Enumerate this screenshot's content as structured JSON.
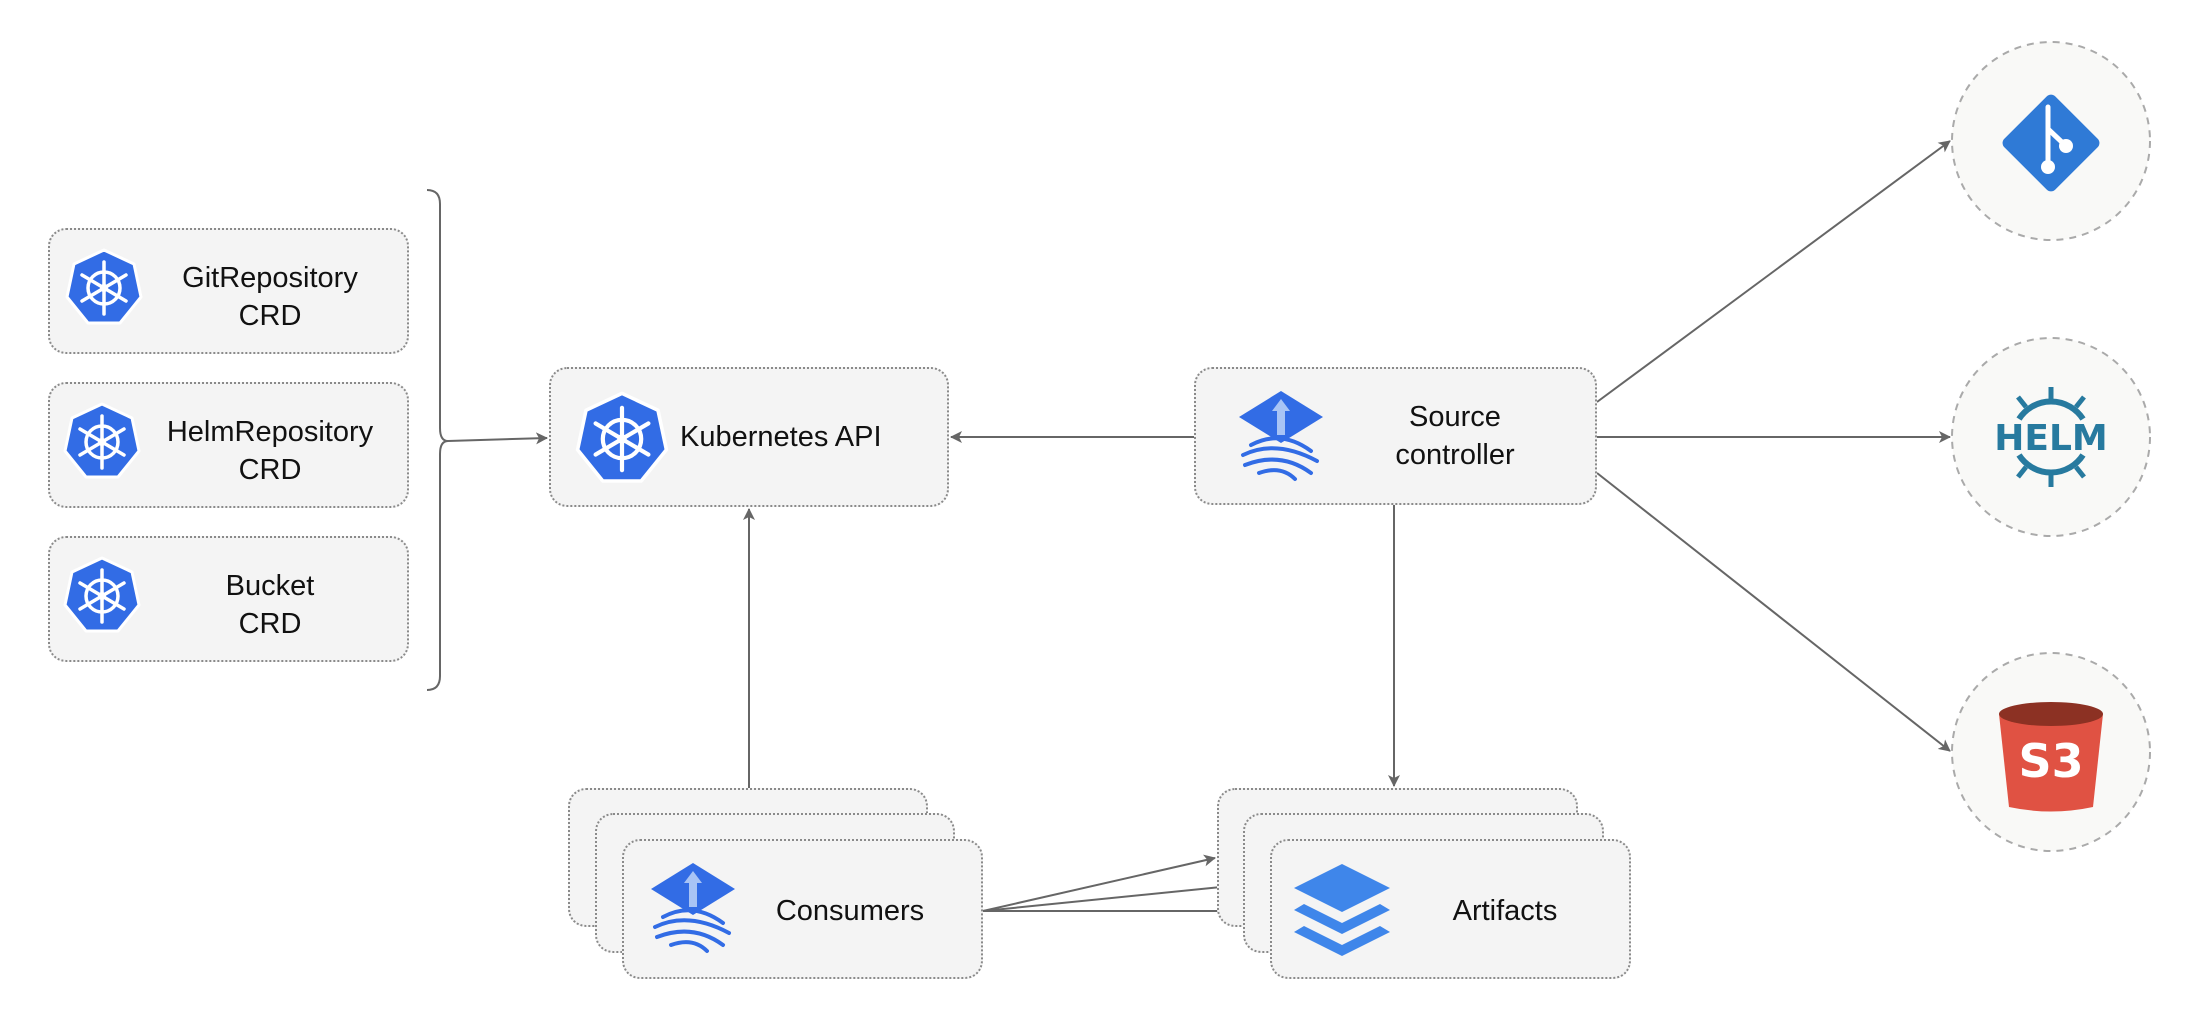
{
  "crds": [
    {
      "line1": "GitRepository",
      "line2": "CRD",
      "icon": "kubernetes-icon"
    },
    {
      "line1": "HelmRepository",
      "line2": "CRD",
      "icon": "kubernetes-icon"
    },
    {
      "line1": "Bucket",
      "line2": "CRD",
      "icon": "kubernetes-icon"
    }
  ],
  "kubernetes_api": {
    "label": "Kubernetes API",
    "icon": "kubernetes-icon"
  },
  "source_controller": {
    "line1": "Source",
    "line2": "controller",
    "icon": "flux-icon"
  },
  "consumers": {
    "label": "Consumers",
    "icon": "flux-icon"
  },
  "artifacts": {
    "label": "Artifacts",
    "icon": "layers-icon"
  },
  "sources": [
    {
      "name": "git",
      "icon": "git-icon"
    },
    {
      "name": "helm",
      "label": "HELM",
      "icon": "helm-icon"
    },
    {
      "name": "s3",
      "label": "S3",
      "icon": "s3-bucket-icon"
    }
  ],
  "colors": {
    "kubernetes": "#326ce5",
    "git": "#2f7ad6",
    "helm": "#277a9f",
    "s3_body": "#e05243",
    "s3_top": "#8c3123",
    "arrow": "#666666"
  }
}
